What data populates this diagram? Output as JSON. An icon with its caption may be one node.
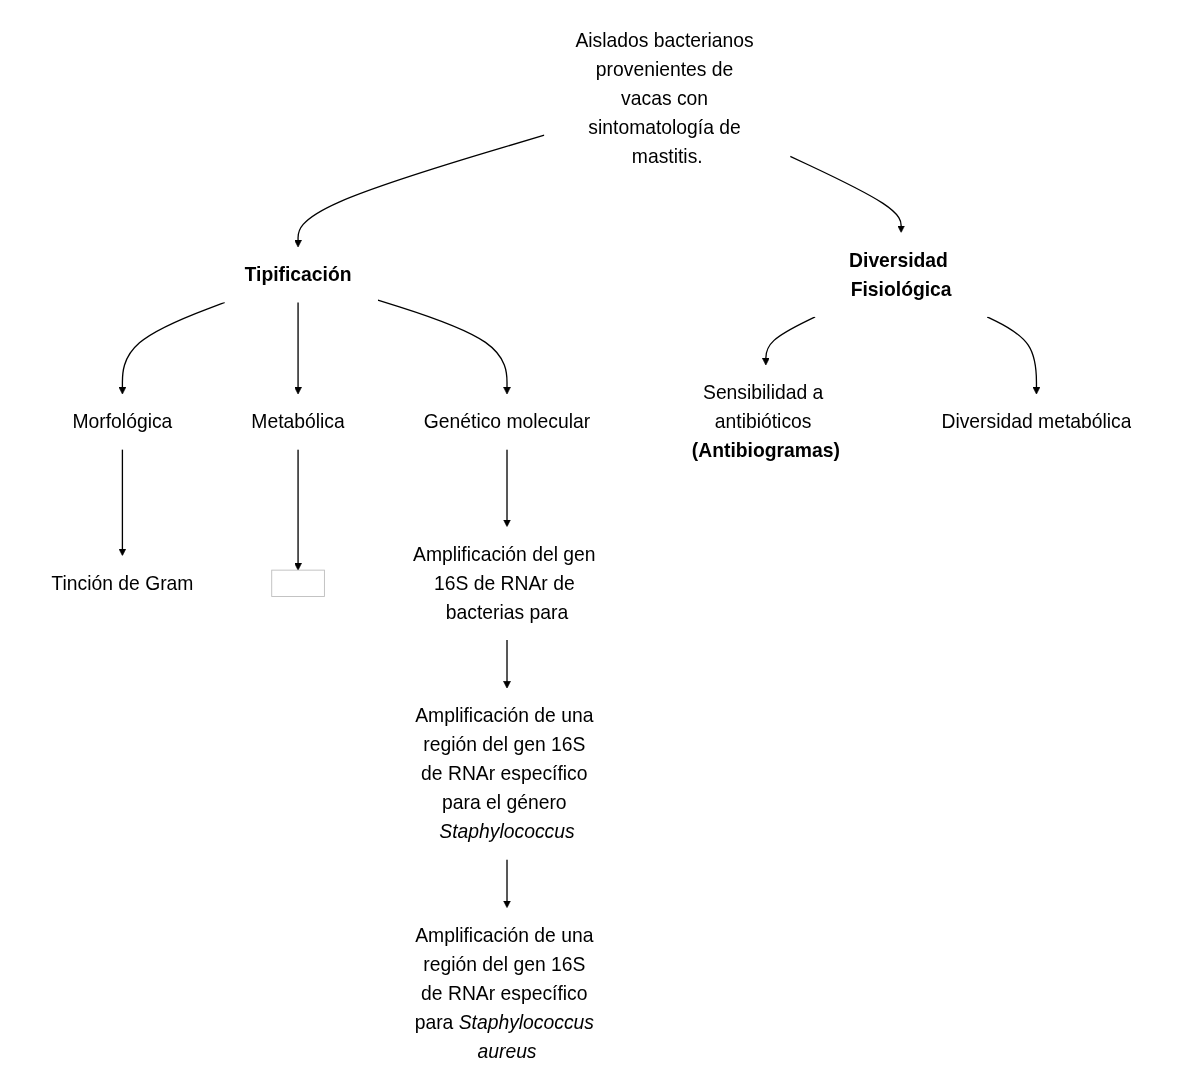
{
  "diagram": {
    "nodes": [
      {
        "text": [
          "Aislados bacterianos provenientes de vacas con sintomatología de mastitis."
        ]
      },
      {
        "text": [
          "Tipificación"
        ]
      },
      {
        "text": [
          "Diversidad Fisiológica"
        ]
      },
      {
        "text": [
          "Morfológica"
        ]
      },
      {
        "text": [
          "Metabólica"
        ]
      },
      {
        "text": [
          "Genético molecular"
        ]
      },
      {
        "text": [
          "Tinción de Gram"
        ]
      },
      {
        "text": [],
        "shape": "box"
      },
      {
        "text": [
          "Amplificación del gen 16S de RNAr de bacterias para"
        ]
      },
      {
        "text": [
          "Amplificación de una región del gen 16S de RNAr específico para el género *Staphylococcus*"
        ]
      },
      {
        "text": [
          "Amplificación de una región del gen 16S de RNAr específico para *Staphylococcus aureus*"
        ]
      },
      {
        "text": [
          "Sensibilidad a antibióticos **(Antibiogramas)**"
        ]
      },
      {
        "text": [
          "Diversidad metabólica"
        ]
      }
    ],
    "edges": [
      {
        "from": 0,
        "to": 1,
        "arrow": "to"
      },
      {
        "from": 0,
        "to": 2,
        "arrow": "to"
      },
      {
        "from": 1,
        "to": 3,
        "arrow": "to"
      },
      {
        "from": 1,
        "to": 4,
        "arrow": "to"
      },
      {
        "from": 1,
        "to": 5,
        "arrow": "to"
      },
      {
        "from": 3,
        "to": 6,
        "arrow": "to"
      },
      {
        "from": 4,
        "to": 7,
        "arrow": "to"
      },
      {
        "from": 5,
        "to": 8,
        "arrow": "to"
      },
      {
        "from": 8,
        "to": 9,
        "arrow": "to"
      },
      {
        "from": 9,
        "to": 10,
        "arrow": "to"
      },
      {
        "from": 2,
        "to": 11,
        "arrow": "to"
      },
      {
        "from": 2,
        "to": 12,
        "arrow": "to"
      }
    ]
  }
}
